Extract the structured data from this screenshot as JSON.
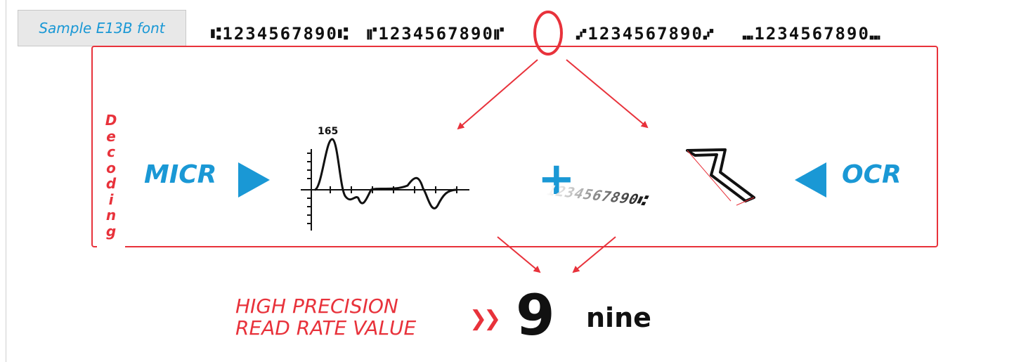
{
  "sample_label": "Sample E13B font",
  "micr_lines": [
    "⑆1234567890⑆",
    "⑈1234567890⑈",
    "⑇1234567890⑇",
    "⑉1234567890⑉"
  ],
  "decoding_letters": [
    "D",
    "e",
    "c",
    "o",
    "d",
    "i",
    "n",
    "g"
  ],
  "micr_label": "MICR",
  "ocr_label": "OCR",
  "plus_sign": "+",
  "waveform_peak_value": "165",
  "ocr_strip_text": "1234567890⑆",
  "precision_line1": "HIGH PRECISION",
  "precision_line2": "READ RATE VALUE",
  "result_digit": "9",
  "result_word": "nine",
  "colors": {
    "accent_blue": "#1a98d5",
    "accent_red": "#e8323b",
    "text": "#111111"
  },
  "icons": {
    "micr_arrow": "triangle-right-icon",
    "ocr_arrow": "triangle-left-icon",
    "result_arrow": "double-chevron-right-icon"
  }
}
